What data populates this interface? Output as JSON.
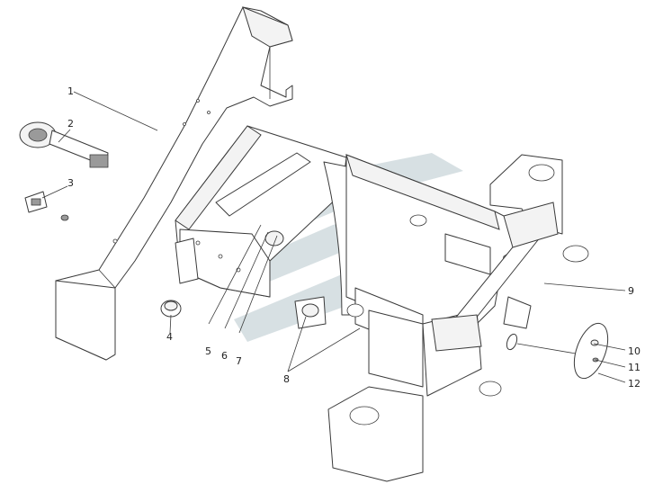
{
  "diagram": {
    "callouts": [
      {
        "label": "1"
      },
      {
        "label": "2"
      },
      {
        "label": "3"
      },
      {
        "label": "4"
      },
      {
        "label": "5"
      },
      {
        "label": "6"
      },
      {
        "label": "7"
      },
      {
        "label": "8"
      },
      {
        "label": "9"
      },
      {
        "label": "10"
      },
      {
        "label": "11"
      },
      {
        "label": "12"
      }
    ],
    "colors": {
      "line": "#3a3a3a",
      "watermark": "#b7c6cc",
      "background": "#ffffff"
    }
  }
}
